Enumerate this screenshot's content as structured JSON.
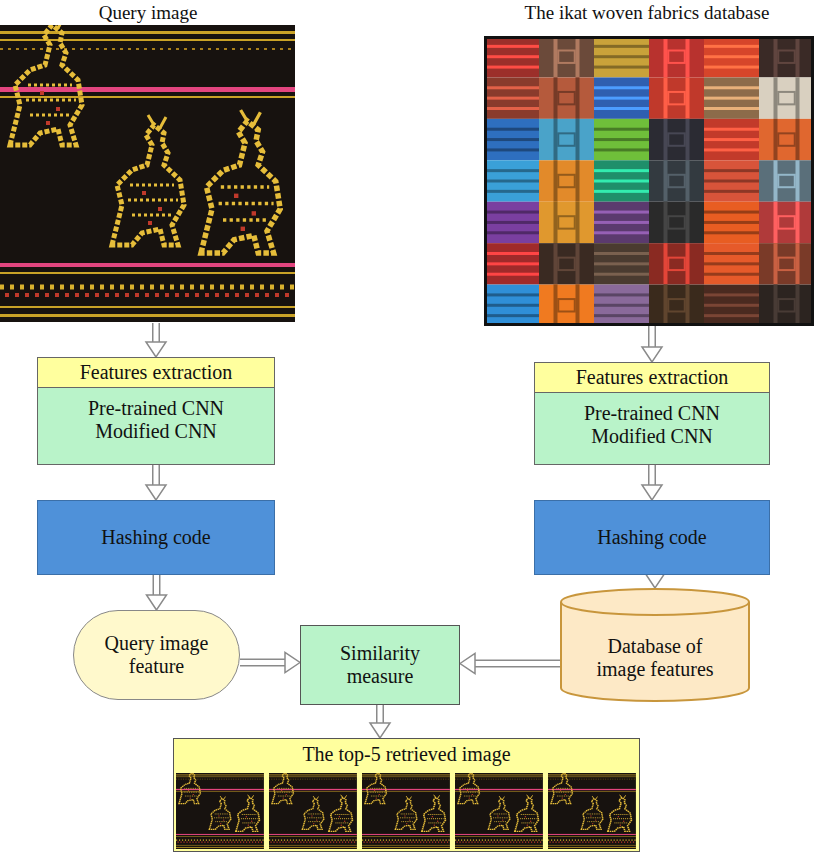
{
  "diagram": {
    "nodes": [
      {
        "text": [
          "Query image"
        ]
      },
      {
        "text": [
          "The ikat woven fabrics database"
        ]
      },
      {
        "text": [
          "Features extraction",
          "Pre-trained CNN Modified CNN"
        ]
      },
      {
        "text": [
          "Features extraction",
          "Pre-trained CNN Modified CNN"
        ]
      },
      {
        "text": [
          "Hashing code"
        ]
      },
      {
        "text": [
          "Hashing code"
        ]
      },
      {
        "text": [
          "Query image feature"
        ]
      },
      {
        "text": [
          "Similarity measure"
        ]
      },
      {
        "text": [
          "Database of image features"
        ]
      },
      {
        "text": [
          "The top-5 retrieved image"
        ]
      }
    ],
    "edges": [
      {
        "from": 0,
        "to": 2,
        "arrow": "to"
      },
      {
        "from": 1,
        "to": 3,
        "arrow": "to"
      },
      {
        "from": 2,
        "to": 4,
        "arrow": "to"
      },
      {
        "from": 3,
        "to": 5,
        "arrow": "to"
      },
      {
        "from": 4,
        "to": 6,
        "arrow": "to"
      },
      {
        "from": 5,
        "to": 8,
        "arrow": "to"
      },
      {
        "from": 6,
        "to": 7,
        "arrow": "to"
      },
      {
        "from": 8,
        "to": 7,
        "arrow": "to"
      },
      {
        "from": 7,
        "to": 9,
        "arrow": "to"
      }
    ]
  }
}
